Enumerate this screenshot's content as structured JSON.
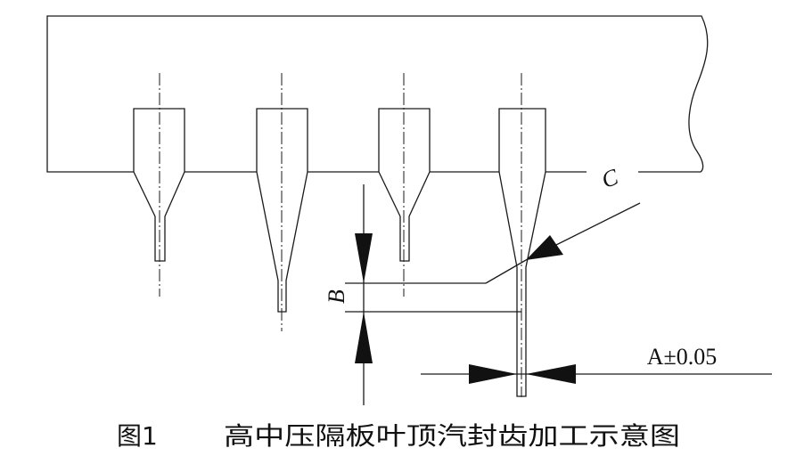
{
  "labels": {
    "c": "C",
    "b": "B",
    "a_tolerance": "A±0.05"
  },
  "caption": {
    "figure_number": "图1",
    "title": "高中压隔板叶顶汽封齿加工示意图"
  }
}
